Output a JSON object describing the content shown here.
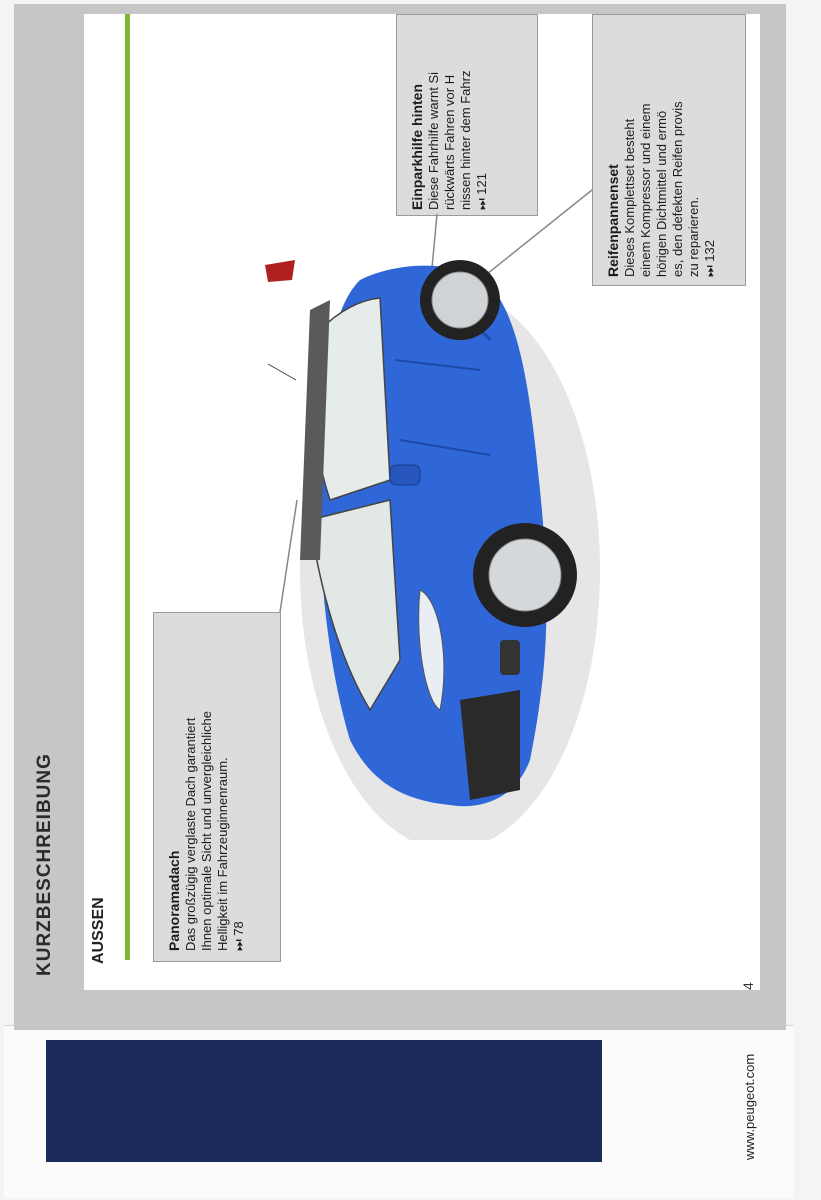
{
  "header": {
    "title": "KURZBESCHREIBUNG"
  },
  "section": {
    "title": "AUSSEN"
  },
  "page_number": "4",
  "callouts": [
    {
      "title": "Panoramadach",
      "lines": [
        "Das großzügig verglaste Dach garantiert",
        "Ihnen optimale Sicht und unvergleichliche",
        "Helligkeit im Fahrzeuginnenraum."
      ],
      "ref": "⏭ 78"
    },
    {
      "title": "Einparkhilfe hinten",
      "lines": [
        "Diese Fahrhilfe warnt Si",
        "rückwärts Fahren vor H",
        "nissen hinter dem Fahrz"
      ],
      "ref": "⏭ 121"
    },
    {
      "title": "Reifenpannenset",
      "lines": [
        "Dieses Komplettset besteht",
        "einem Kompressor und einem",
        "hörigen Dichtmittel und ermö",
        "es, den defekten Reifen provis",
        "zu reparieren."
      ],
      "ref": "⏭ 132"
    }
  ],
  "back_cover": {
    "url": "www.peugeot.com"
  },
  "colors": {
    "accent_green": "#7cb832",
    "car_blue": "#2f67d8",
    "panel_navy": "#1b2c5a"
  }
}
